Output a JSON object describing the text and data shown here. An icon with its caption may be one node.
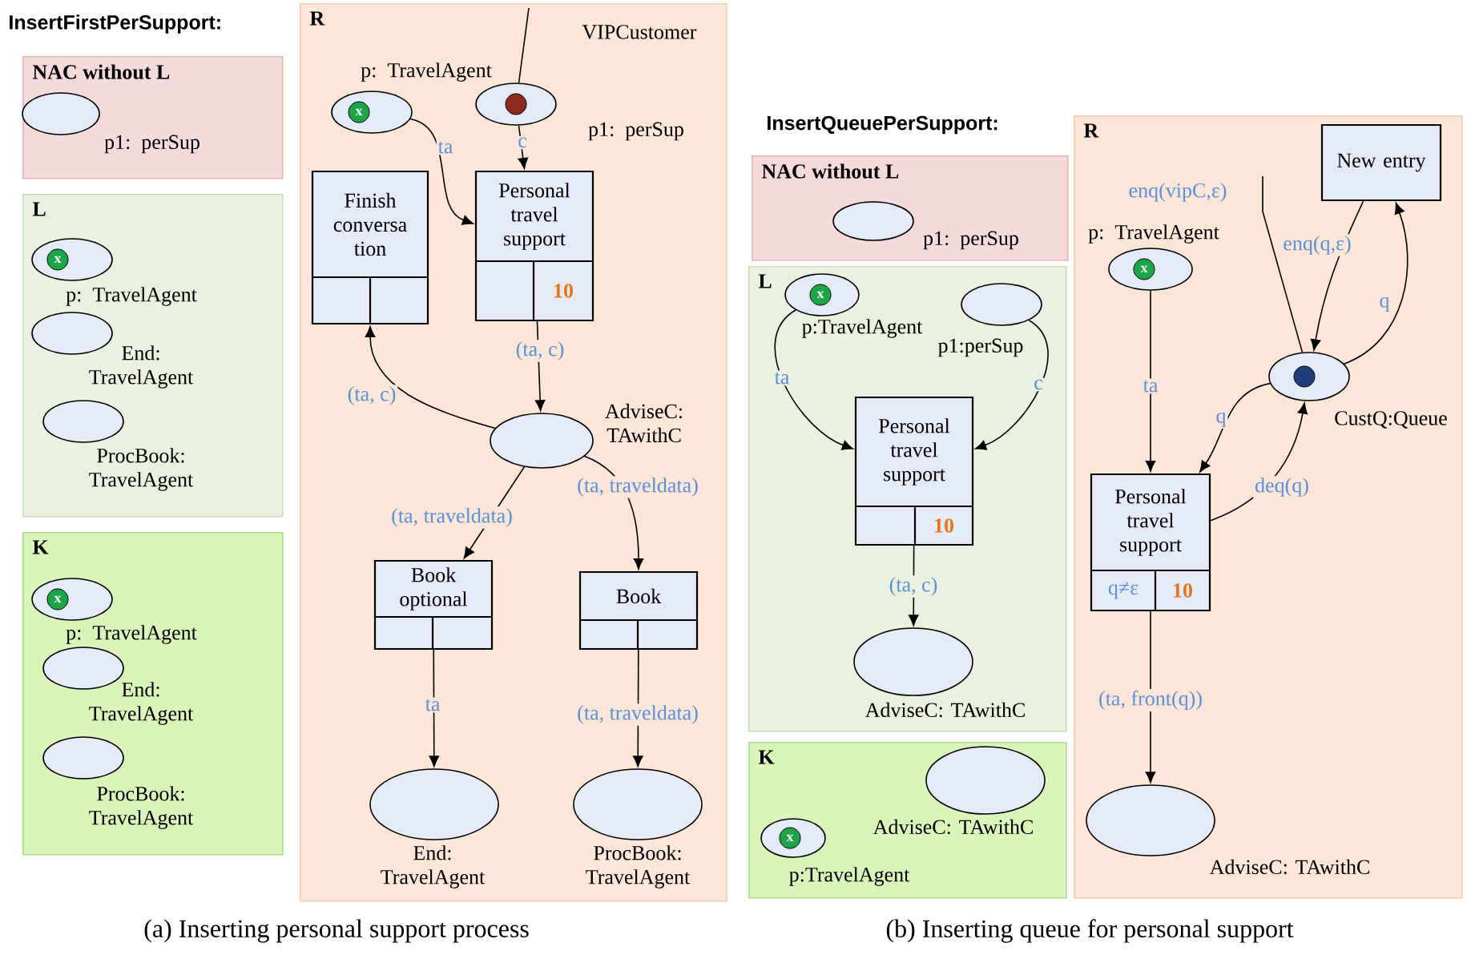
{
  "diagram": {
    "nodes": [
      {
        "text": [
          "NAC without L"
        ]
      },
      {
        "text": [
          "p1: perSup"
        ],
        "in": 0
      },
      {
        "text": [
          "L"
        ]
      },
      {
        "text": [
          "x",
          "p: TravelAgent"
        ],
        "in": 2
      },
      {
        "text": [
          "End: TravelAgent"
        ],
        "in": 2
      },
      {
        "text": [
          "ProcBook: TravelAgent"
        ],
        "in": 2
      },
      {
        "text": [
          "K"
        ]
      },
      {
        "text": [
          "x",
          "p: TravelAgent"
        ],
        "in": 6
      },
      {
        "text": [
          "End: TravelAgent"
        ],
        "in": 6
      },
      {
        "text": [
          "ProcBook: TravelAgent"
        ],
        "in": 6
      },
      {
        "text": [
          "R"
        ]
      },
      {
        "text": [
          "p: TravelAgent",
          "x"
        ],
        "in": 10
      },
      {
        "text": [
          "p1: perSup"
        ],
        "in": 10
      },
      {
        "text": [
          "Finish conversa tion"
        ],
        "in": 10
      },
      {
        "text": [
          "Personal travel support",
          "10"
        ],
        "in": 10
      },
      {
        "text": [
          "AdviseC: TAwithC"
        ],
        "in": 10
      },
      {
        "text": [
          "Book optional"
        ],
        "in": 10
      },
      {
        "text": [
          "Book"
        ],
        "in": 10
      },
      {
        "text": [
          "End: TravelAgent"
        ],
        "in": 10
      },
      {
        "text": [
          "ProcBook: TravelAgent"
        ],
        "in": 10
      },
      {
        "text": [
          "NAC without L"
        ]
      },
      {
        "text": [
          "p1: perSup"
        ],
        "in": 20
      },
      {
        "text": [
          "L"
        ]
      },
      {
        "text": [
          "x",
          "p:TravelAgent"
        ],
        "in": 22
      },
      {
        "text": [
          "p1:perSup"
        ],
        "in": 22
      },
      {
        "text": [
          "Personal travel support",
          "10"
        ],
        "in": 22
      },
      {
        "text": [
          "AdviseC: TAwithC"
        ],
        "in": 22
      },
      {
        "text": [
          "K"
        ]
      },
      {
        "text": [
          "AdviseC: TAwithC"
        ],
        "in": 27
      },
      {
        "text": [
          "x",
          "p:TravelAgent"
        ],
        "in": 27
      },
      {
        "text": [
          "R"
        ]
      },
      {
        "text": [
          "New entry"
        ],
        "in": 30
      },
      {
        "text": [
          "p: TravelAgent",
          "x"
        ],
        "in": 30
      },
      {
        "text": [
          "CustQ:Queue"
        ],
        "in": 30
      },
      {
        "text": [
          "Personal travel support",
          "q≠ε",
          "10"
        ],
        "in": 30
      },
      {
        "text": [
          "AdviseC: TAwithC"
        ],
        "in": 30
      }
    ],
    "edges": [
      {
        "from": null,
        "to": 12,
        "arrow": "none",
        "label": "VIPCustomer"
      },
      {
        "from": 11,
        "to": 14,
        "arrow": "to",
        "label": "ta"
      },
      {
        "from": 12,
        "to": 14,
        "arrow": "to",
        "label": "c"
      },
      {
        "from": 14,
        "to": 15,
        "arrow": "to",
        "label": "(ta, c)"
      },
      {
        "from": 15,
        "to": 13,
        "arrow": "to",
        "label": "(ta, c)"
      },
      {
        "from": 15,
        "to": 16,
        "arrow": "to",
        "label": "(ta, traveldata)"
      },
      {
        "from": 15,
        "to": 17,
        "arrow": "to",
        "label": "(ta, traveldata)"
      },
      {
        "from": 16,
        "to": 18,
        "arrow": "to",
        "label": "ta"
      },
      {
        "from": 17,
        "to": 19,
        "arrow": "to",
        "label": "(ta, traveldata)"
      },
      {
        "from": 23,
        "to": 25,
        "arrow": "to",
        "label": "ta"
      },
      {
        "from": 24,
        "to": 25,
        "arrow": "to",
        "label": "c"
      },
      {
        "from": 25,
        "to": 26,
        "arrow": "to",
        "label": "(ta, c)"
      },
      {
        "from": null,
        "to": 33,
        "arrow": "none",
        "label": "enq(vipC,ε)"
      },
      {
        "from": 31,
        "to": 33,
        "arrow": "to",
        "label": "enq(q,ε)"
      },
      {
        "from": 33,
        "to": 31,
        "arrow": "to",
        "label": "q"
      },
      {
        "from": 32,
        "to": 34,
        "arrow": "to",
        "label": "ta"
      },
      {
        "from": 33,
        "to": 34,
        "arrow": "to",
        "label": "q"
      },
      {
        "from": 34,
        "to": 33,
        "arrow": "to",
        "label": "deq(q)"
      },
      {
        "from": 34,
        "to": 35,
        "arrow": "to",
        "label": "(ta, front(q))"
      }
    ],
    "labels": [
      "InsertFirstPerSupport:",
      "InsertQueuePerSupport:",
      "(a) Inserting personal support process",
      "(b) Inserting queue for personal support"
    ]
  }
}
